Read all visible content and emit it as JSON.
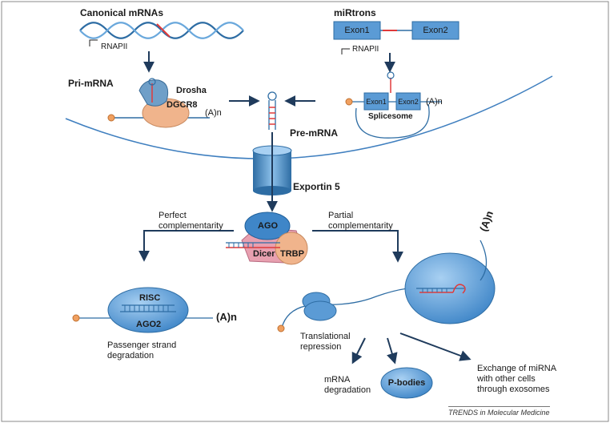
{
  "labels": {
    "canonical": "Canonical mRNAs",
    "mirtrons": "miRtrons",
    "rnapii_left": "RNAPII",
    "rnapii_right": "RNAPII",
    "exon1": "Exon1",
    "exon2": "Exon2",
    "exon1_small": "Exon1",
    "exon2_small": "Exon2",
    "pri_mrna": "Pri-mRNA",
    "drosha": "Drosha",
    "dgcr8": "DGCR8",
    "polya_pri": "(A)n",
    "polya_splice": "(A)n",
    "spliceosome": "Splicesome",
    "pre_mrna": "Pre-mRNA",
    "exportin": "Exportin 5",
    "perfect": [
      "Perfect",
      "complementarity"
    ],
    "partial": [
      "Partial",
      "complementarity"
    ],
    "ago": "AGO",
    "dicer": "Dicer",
    "trbp": "TRBP",
    "risc": "RISC",
    "ago2": "AGO2",
    "polya_risc": "(A)n",
    "polya_right": "(A)n",
    "passenger": [
      "Passenger strand",
      "degradation"
    ],
    "translational": [
      "Translational",
      "repression"
    ],
    "mrna_deg": [
      "mRNA",
      "degradation"
    ],
    "pbodies": "P-bodies",
    "exchange": [
      "Exchange of miRNA",
      "with other cells",
      "through exosomes"
    ]
  },
  "footer": "TRENDS in Molecular Medicine",
  "colors": {
    "blue": "#5b9bd5",
    "blue_dark": "#2e6da4",
    "orange": "#f0b48c",
    "red": "#e03a3a",
    "pink": "#e8a0b0",
    "arrow": "#1f3b5c"
  }
}
